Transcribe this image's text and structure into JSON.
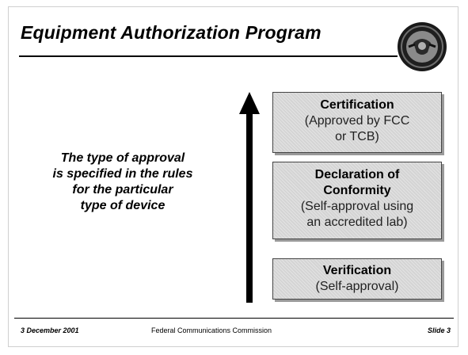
{
  "slide": {
    "title": "Equipment Authorization Program",
    "left_text_lines": [
      "The type of approval",
      "is specified in the rules",
      "for the particular",
      "type of device"
    ],
    "boxes": {
      "certification": {
        "heading": "Certification",
        "sub_lines": [
          "(Approved by FCC",
          "or TCB)"
        ]
      },
      "declaration": {
        "heading_lines": [
          "Declaration of",
          "Conformity"
        ],
        "sub_lines": [
          "(Self-approval using",
          "an accredited lab)"
        ]
      },
      "verification": {
        "heading": "Verification",
        "sub_lines": [
          "(Self-approval)"
        ]
      }
    },
    "footer": {
      "date": "3 December 2001",
      "organization": "Federal Communications Commission",
      "slide_number": "Slide 3"
    },
    "colors": {
      "box_fill": "#d4d4d4",
      "box_shadow": "#9a9a9a",
      "text": "#000000"
    }
  }
}
